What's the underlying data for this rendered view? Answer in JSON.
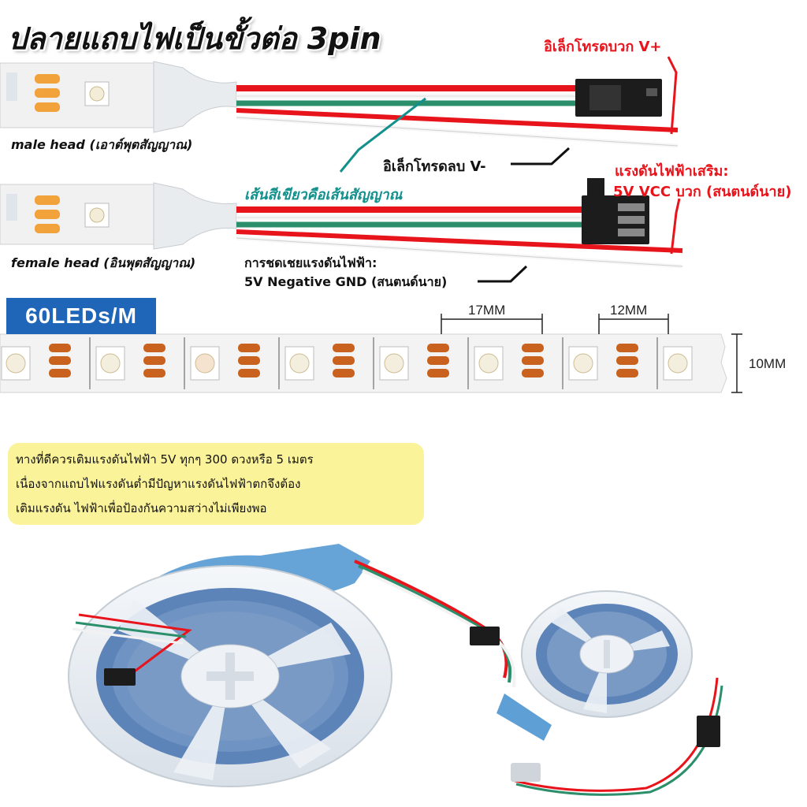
{
  "title": "ปลายแถบไฟเป็นขั้วต่อ 3pin",
  "labels": {
    "male_head": "male head (เอาต์พุตสัญญาณ)",
    "female_head": "female head (อินพุตสัญญาณ)",
    "electrode_pos": "อิเล็กโทรดบวก V+",
    "electrode_neg": "อิเล็กโทรดลบ V-",
    "signal_line": "เส้นสีเขียวคือเส้นสัญญาณ",
    "boost_line1": "แรงดันไฟฟ้าเสริม:",
    "boost_line2": "5V VCC บวก (สนตนด์นาย)",
    "comp_line1": "การชดเชยแรงดันไฟฟ้า:",
    "comp_line2": "5V Negative GND (สนตนด์นาย)"
  },
  "strip": {
    "density_badge": "60LEDs/M",
    "dim_pitch": "17MM",
    "dim_pad": "12MM",
    "dim_width": "10MM"
  },
  "note": {
    "line1": "ทางที่ดีควรเติมแรงดันไฟฟ้า 5V ทุกๆ 300 ดวงหรือ 5 เมตร",
    "line2": "เนื่องจากแถบไฟแรงดันต่ำมีปัญหาแรงดันไฟฟ้าตกจึงต้อง",
    "line3": "เติมแรงดัน ไฟฟ้าเพื่อป้องกันความสว่างไม่เพียงพอ"
  },
  "colors": {
    "wire_red": "#e8141c",
    "wire_green": "#2a8f6a",
    "signal_text": "#12908c",
    "badge_blue": "#1f66b8",
    "note_yellow": "#fbf39a",
    "pad_orange": "#c8621e"
  }
}
